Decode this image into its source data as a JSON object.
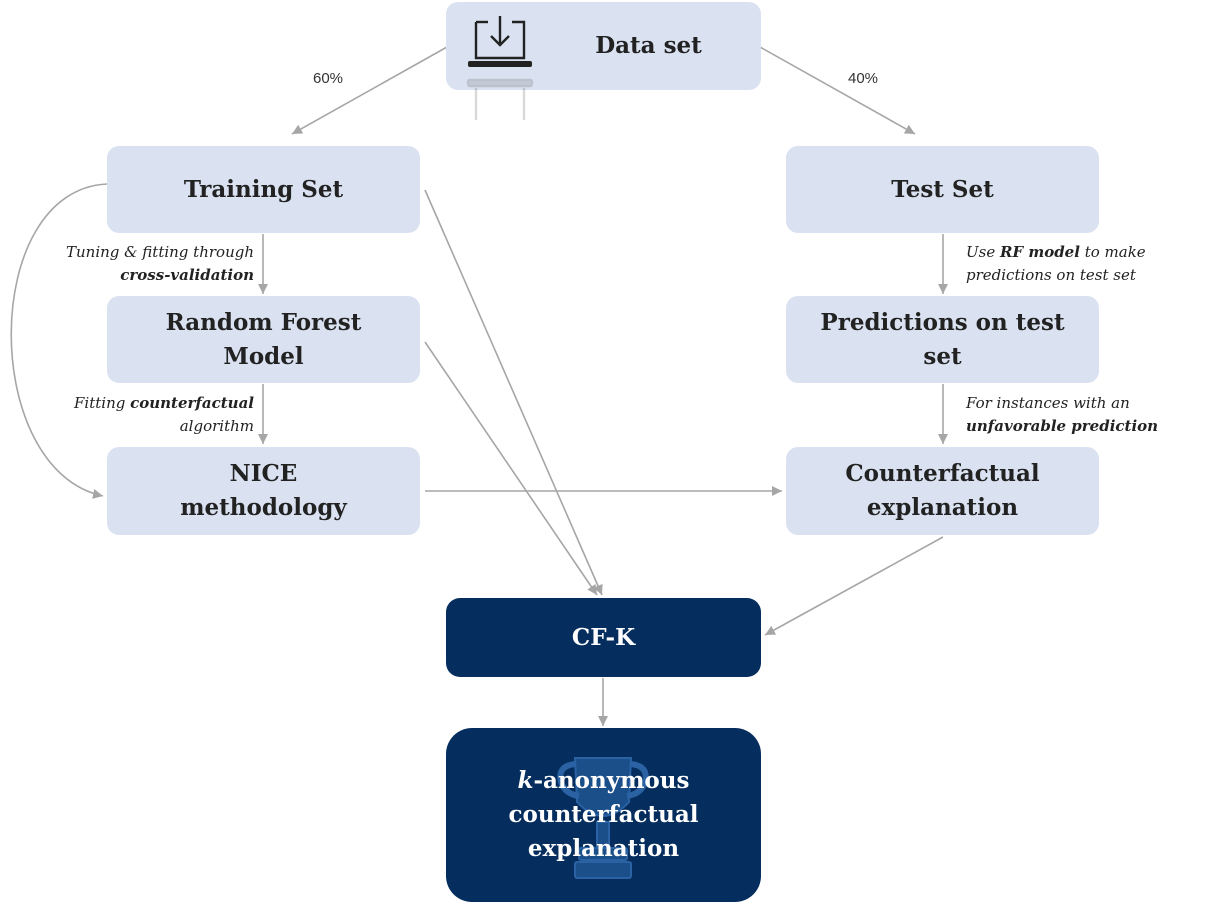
{
  "nodes": {
    "data_set": "Data set",
    "training_set": "Training Set",
    "test_set": "Test Set",
    "random_forest_line1": "Random Forest",
    "random_forest_line2": "Model",
    "predictions_line1": "Predictions on test",
    "predictions_line2": "set",
    "nice_line1": "NICE",
    "nice_line2": "methodology",
    "counterfactual_line1": "Counterfactual",
    "counterfactual_line2": "explanation",
    "cfk": "CF-K",
    "final_k": "k",
    "final_line1_rest": "-anonymous",
    "final_line2": "counterfactual",
    "final_line3": "explanation"
  },
  "edge_labels": {
    "split_train": "60%",
    "split_test": "40%",
    "tuning_line1": "Tuning & fitting through",
    "tuning_line2": "cross-validation",
    "fitting_pre": "Fitting ",
    "fitting_bold": "counterfactual",
    "fitting_line2": "algorithm",
    "use_pre": "Use ",
    "use_bold": "RF model",
    "use_post": " to make",
    "use_line2": "predictions on test set",
    "instances_line1": "For instances with an",
    "instances_line2": "unfavorable prediction"
  },
  "colors": {
    "light_box": "#dae2f1",
    "dark_box": "#052e5e",
    "arrow": "#a6a6a6"
  },
  "icons": [
    "laptop-download-icon",
    "trophy-icon"
  ]
}
